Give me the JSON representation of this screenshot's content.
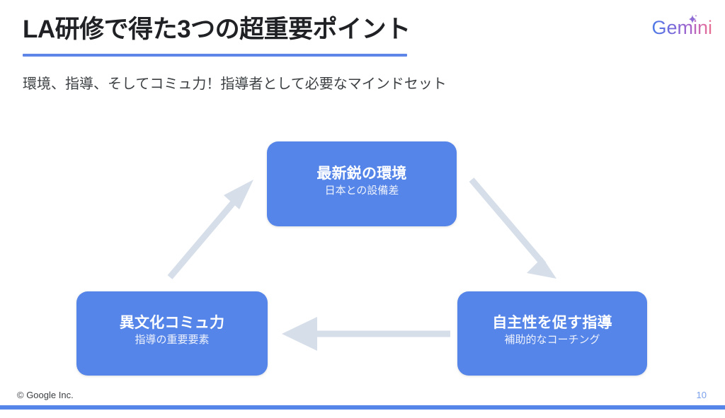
{
  "slide": {
    "title": "LA研修で得た3つの超重要ポイント",
    "subtitle": "環境、指導、そしてコミュ力！指導者として必要なマインドセット",
    "accent_color": "#5585E8",
    "arrow_color": "#D6DEE9",
    "background_color": "#FFFFFF"
  },
  "brand": {
    "wordmark": "Gemini",
    "sparkle_icon": "sparkle-icon",
    "gradient_start": "#4285F4",
    "gradient_end": "#E8708F"
  },
  "diagram": {
    "type": "cycle",
    "nodes": [
      {
        "id": "top",
        "title": "最新鋭の環境",
        "subtitle": "日本との設備差"
      },
      {
        "id": "right",
        "title": "自主性を促す指導",
        "subtitle": "補助的なコーチング"
      },
      {
        "id": "left",
        "title": "異文化コミュ力",
        "subtitle": "指導の重要要素"
      }
    ],
    "arrows": [
      {
        "id": "top-to-right",
        "from": "top",
        "to": "right",
        "direction": "down-right"
      },
      {
        "id": "right-to-left",
        "from": "right",
        "to": "left",
        "direction": "left"
      },
      {
        "id": "left-to-top",
        "from": "left",
        "to": "top",
        "direction": "up-right"
      }
    ]
  },
  "footer": {
    "copyright": "© Google Inc.",
    "page_number": "10",
    "page_number_color": "#7BA0EC"
  }
}
